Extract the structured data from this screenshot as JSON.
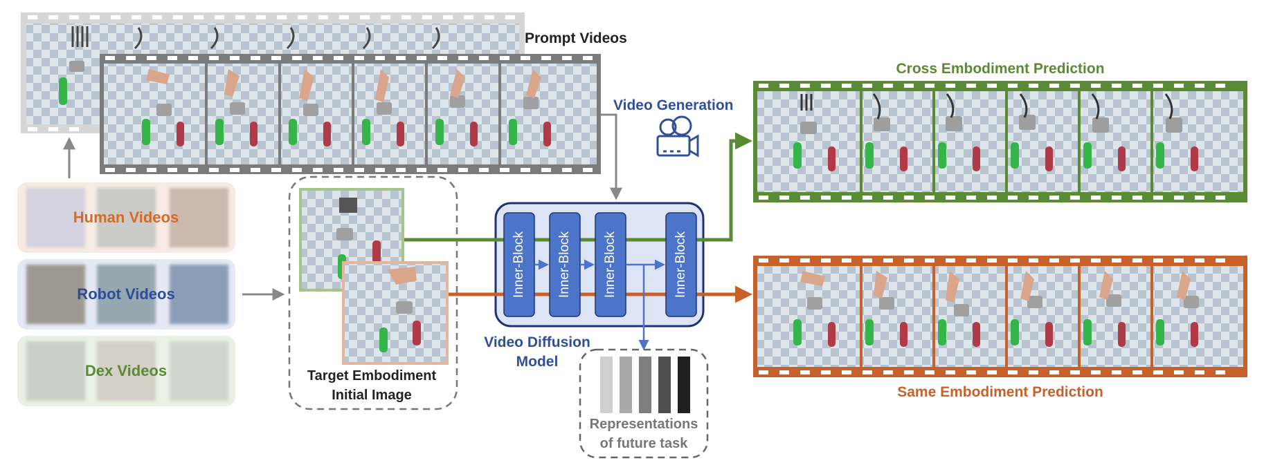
{
  "labels": {
    "prompt_videos": "Prompt Videos",
    "video_generation": "Video Generation",
    "cross_prediction": "Cross Embodiment Prediction",
    "same_prediction": "Same Embodiment Prediction",
    "video_diffusion_line1": "Video Diffusion",
    "video_diffusion_line2": "Model",
    "target_line1": "Target Embodiment",
    "target_line2": "Initial Image",
    "repr_line1": "Representations",
    "repr_line2": "of future task"
  },
  "sources": [
    {
      "label": "Human Videos",
      "color": "#d46a2a"
    },
    {
      "label": "Robot Videos",
      "color": "#2e4d99"
    },
    {
      "label": "Dex Videos",
      "color": "#5a8a34"
    }
  ],
  "blocks": [
    "Inner-Block",
    "Inner-Block",
    "Inner-Block",
    "Inner-Block"
  ],
  "colors": {
    "green": "#5a8a34",
    "orange": "#c8602a",
    "blue": "#2f4f9b",
    "block_fill": "#4c74c9",
    "gray": "#888888",
    "film_gray": "#7b7b7b"
  },
  "representation_shades": [
    "#cfcfcf",
    "#a9a9a9",
    "#7e7e7e",
    "#4e4e4e",
    "#202020"
  ],
  "icons": {
    "camera": "video-camera-icon"
  }
}
